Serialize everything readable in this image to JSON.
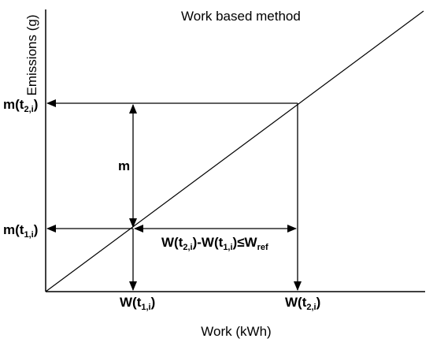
{
  "title": "Work based method",
  "axes": {
    "y_label": "Emissions (g)",
    "x_label": "Work (kWh)"
  },
  "labels": {
    "m_t2": {
      "base": "m(t",
      "sub": "2,i",
      "end": ")"
    },
    "m_t1": {
      "base": "m(t",
      "sub": "1,i",
      "end": ")"
    },
    "m": "m",
    "w_t1": {
      "base": "W(t",
      "sub": "1,i",
      "end": ")"
    },
    "w_t2": {
      "base": "W(t",
      "sub": "2,i",
      "end": ")"
    },
    "condition": {
      "p1": "W(t",
      "s1": "2,i",
      "p2": ")-W(t",
      "s2": "1,i",
      "p3": ")≤W",
      "s3": "ref"
    }
  },
  "colors": {
    "ink": "#000000",
    "background": "#ffffff"
  }
}
